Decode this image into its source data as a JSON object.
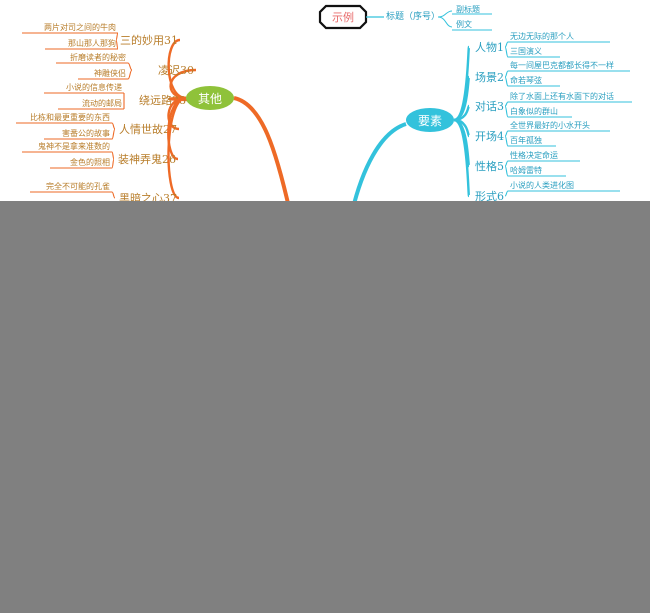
{
  "colors": {
    "left_branch": "#ee6a26",
    "right_branch": "#33c2dc",
    "left_text": "#b87d2a",
    "right_text": "#2a9fc0",
    "node_green": "#8fc23a",
    "node_cyan": "#33c2dc",
    "mask": "#808080"
  },
  "legend": {
    "example": "示例",
    "title_label": "标题（序号）",
    "subtitle": "副标题",
    "sample": "例文"
  },
  "left_node": {
    "label": "其他",
    "groups": [
      {
        "title": "三的妙用31",
        "items": [
          "两片对司之间的牛肉",
          "那山那人那狗"
        ]
      },
      {
        "title": "凌迟30",
        "items": [
          "折磨读者的秘密",
          "神雕侠侣"
        ]
      },
      {
        "title": "绕远路28",
        "items": [
          "小说的信息传递",
          "流动的邮局"
        ]
      },
      {
        "title": "人情世故27",
        "items": [
          "比栋和最更重要的东西",
          "害番公的故事"
        ]
      },
      {
        "title": "装神弄鬼26",
        "items": [
          "鬼神不是拿来准数的",
          "金色的照相"
        ]
      },
      {
        "title": "黑暗之心37",
        "items": [
          "完全不可能的孔雀"
        ]
      }
    ]
  },
  "right_node": {
    "label": "要素",
    "groups": [
      {
        "title": "人物1",
        "items": [
          "无边无际的那个人",
          "三国演义"
        ]
      },
      {
        "title": "场景2",
        "items": [
          "每一间屋巴克都都长得不一样",
          "命若琴弦"
        ]
      },
      {
        "title": "对话3",
        "items": [
          "除了水面上还有水面下的对话",
          "白象似的群山"
        ]
      },
      {
        "title": "开场4",
        "items": [
          "全世界最好的小水开头",
          "百年孤独"
        ]
      },
      {
        "title": "性格5",
        "items": [
          "性格决定命运",
          "哈姆雷特"
        ]
      },
      {
        "title": "形式6",
        "items": [
          "小说的人类进化图"
        ]
      }
    ]
  }
}
